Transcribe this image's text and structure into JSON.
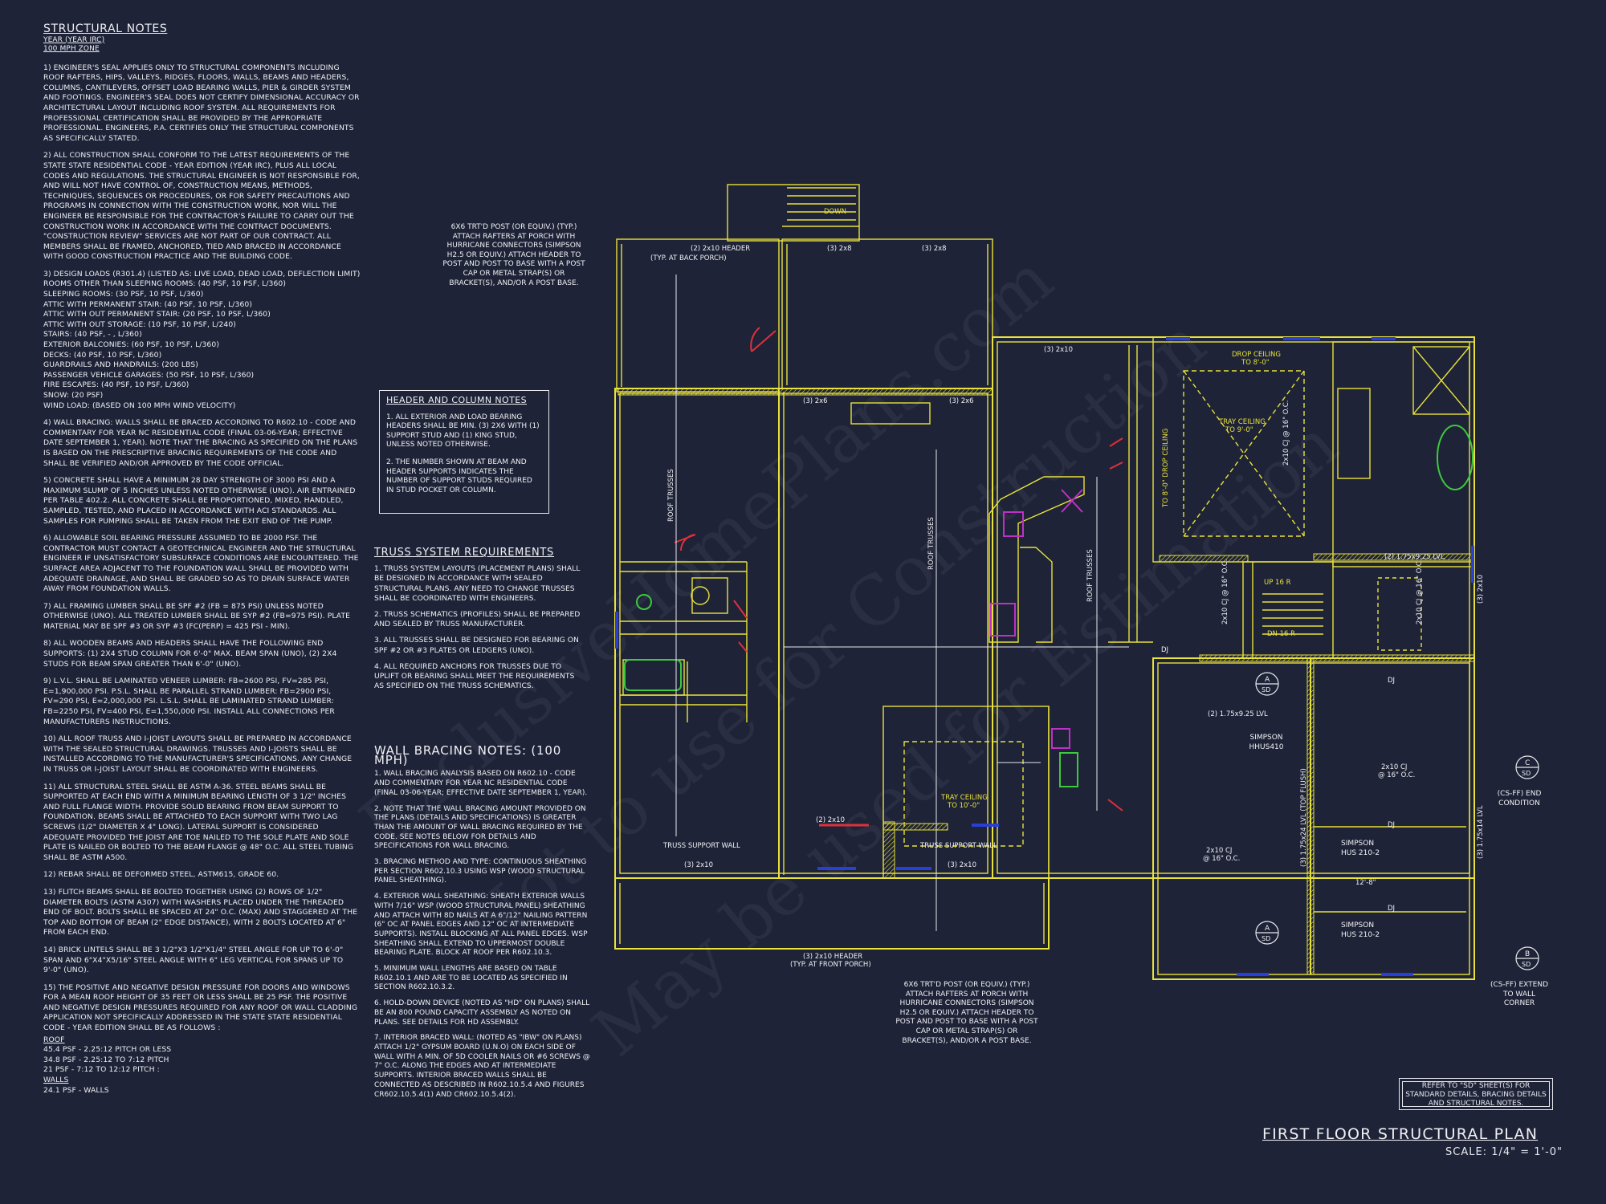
{
  "structural_notes": {
    "title": "STRUCTURAL NOTES",
    "sub1": "YEAR (YEAR IRC)",
    "sub2": "100 mph ZONE",
    "items": [
      "1) ENGINEER'S SEAL APPLIES ONLY TO STRUCTURAL COMPONENTS INCLUDING ROOF RAFTERS, HIPS, VALLEYS, RIDGES, FLOORS, WALLS, BEAMS AND HEADERS, COLUMNS, CANTILEVERS, OFFSET LOAD BEARING WALLS, PIER & GIRDER SYSTEM AND FOOTINGS. ENGINEER'S SEAL DOES NOT CERTIFY DIMENSIONAL ACCURACY OR ARCHITECTURAL LAYOUT INCLUDING ROOF SYSTEM. ALL REQUIREMENTS FOR PROFESSIONAL CERTIFICATION SHALL BE PROVIDED BY THE APPROPRIATE PROFESSIONAL. ENGINEERS, P.A. CERTIFIES ONLY THE STRUCTURAL COMPONENTS AS SPECIFICALLY STATED.",
      "2) ALL CONSTRUCTION SHALL CONFORM TO THE LATEST REQUIREMENTS OF THE STATE STATE RESIDENTIAL CODE - YEAR EDITION (YEAR IRC), PLUS ALL LOCAL CODES AND REGULATIONS. THE STRUCTURAL ENGINEER IS NOT RESPONSIBLE FOR, AND WILL NOT HAVE CONTROL OF, CONSTRUCTION MEANS, METHODS, TECHNIQUES, SEQUENCES OR PROCEDURES, OR FOR SAFETY PRECAUTIONS AND PROGRAMS IN CONNECTION WITH THE CONSTRUCTION WORK, NOR WILL THE ENGINEER BE RESPONSIBLE FOR THE CONTRACTOR'S FAILURE TO CARRY OUT THE CONSTRUCTION WORK IN ACCORDANCE WITH THE CONTRACT DOCUMENTS. \"CONSTRUCTION REVIEW\" SERVICES ARE NOT PART OF OUR CONTRACT. ALL MEMBERS SHALL BE FRAMED, ANCHORED, TIED AND BRACED IN ACCORDANCE WITH GOOD CONSTRUCTION PRACTICE AND THE BUILDING CODE."
    ],
    "loads_intro": "3) DESIGN LOADS (R301.4) (LISTED AS: LIVE LOAD, DEAD LOAD, DEFLECTION LIMIT)",
    "loads": [
      "ROOMS OTHER THAN SLEEPING ROOMS: (40 PSF, 10 PSF, L/360)",
      "SLEEPING ROOMS: (30 PSF, 10 PSF, L/360)",
      "ATTIC WITH PERMANENT STAIR: (40 PSF, 10 PSF, L/360)",
      "ATTIC WITH OUT PERMANENT STAIR: (20 PSF, 10 PSF, L/360)",
      "ATTIC WITH OUT STORAGE: (10 PSF, 10 PSF, L/240)",
      "STAIRS: (40 PSF, - , L/360)",
      "EXTERIOR BALCONIES: (60 PSF, 10 PSF, L/360)",
      "DECKS: (40 PSF, 10 PSF, L/360)",
      "GUARDRAILS AND HANDRAILS: (200 LBS)",
      "PASSENGER VEHICLE GARAGES: (50 PSF, 10 PSF, L/360)",
      "FIRE ESCAPES: (40 PSF, 10 PSF, L/360)",
      "SNOW: (20 PSF)",
      "WIND LOAD: (BASED ON 100 MPH WIND VELOCITY)"
    ],
    "items2": [
      "4) WALL BRACING: WALLS SHALL BE BRACED ACCORDING TO R602.10 - CODE AND COMMENTARY FOR YEAR NC RESIDENTIAL CODE (FINAL 03-06-YEAR; EFFECTIVE DATE SEPTEMBER 1, YEAR). NOTE THAT THE BRACING AS SPECIFIED ON THE PLANS IS BASED ON THE PRESCRIPTIVE BRACING REQUIREMENTS OF THE CODE AND SHALL BE VERIFIED AND/OR APPROVED BY THE CODE OFFICIAL.",
      "5) CONCRETE SHALL HAVE A MINIMUM 28 DAY STRENGTH OF 3000 PSI AND A MAXIMUM SLUMP OF 5 INCHES UNLESS NOTED OTHERWISE (UNO). AIR ENTRAINED PER TABLE 402.2. ALL CONCRETE SHALL BE PROPORTIONED, MIXED, HANDLED, SAMPLED, TESTED, AND PLACED IN ACCORDANCE WITH ACI STANDARDS. ALL SAMPLES FOR PUMPING SHALL BE TAKEN FROM THE EXIT END OF THE PUMP.",
      "6) ALLOWABLE SOIL BEARING PRESSURE ASSUMED TO BE 2000 PSF. THE CONTRACTOR MUST CONTACT A GEOTECHNICAL ENGINEER AND THE STRUCTURAL ENGINEER IF UNSATISFACTORY SUBSURFACE CONDITIONS ARE ENCOUNTERED. THE SURFACE AREA ADJACENT TO THE FOUNDATION WALL SHALL BE PROVIDED WITH ADEQUATE DRAINAGE, AND SHALL BE GRADED SO AS TO DRAIN SURFACE WATER AWAY FROM FOUNDATION WALLS.",
      "7) ALL FRAMING LUMBER SHALL BE SPF #2 (Fb = 875 PSI) UNLESS NOTED OTHERWISE (UNO). ALL TREATED LUMBER SHALL BE SYP #2 (Fb=975 PSI). PLATE MATERIAL MAY BE SPF #3 OR SYP #3 (Fc(perp) = 425 PSI - MIN).",
      "8) ALL WOODEN BEAMS AND HEADERS SHALL HAVE THE FOLLOWING END SUPPORTS: (1) 2x4 STUD COLUMN FOR 6'-0\" MAX. BEAM SPAN (UNO), (2) 2X4 STUDS FOR BEAM SPAN GREATER THAN 6'-0\" (UNO).",
      "9) L.V.L. SHALL BE LAMINATED VENEER LUMBER: Fb=2600 PSI, Fv=285 PSI, E=1,900,000 PSI. P.S.L. SHALL BE PARALLEL STRAND LUMBER: Fb=2900 PSI, Fv=290 PSI, E=2,000,000 PSI. L.S.L. SHALL BE LAMINATED STRAND LUMBER: Fb=2250 PSI, Fv=400 PSI, E=1,550,000 PSI. INSTALL ALL CONNECTIONS PER MANUFACTURERS INSTRUCTIONS.",
      "10) ALL ROOF TRUSS AND I-JOIST LAYOUTS SHALL BE PREPARED IN ACCORDANCE WITH THE SEALED STRUCTURAL DRAWINGS. TRUSSES AND I-JOISTS SHALL BE INSTALLED ACCORDING TO THE MANUFACTURER'S SPECIFICATIONS. ANY CHANGE IN TRUSS OR I-JOIST LAYOUT SHALL BE COORDINATED WITH ENGINEERS.",
      "11) ALL STRUCTURAL STEEL SHALL BE ASTM A-36. STEEL BEAMS SHALL BE SUPPORTED AT EACH END WITH A MINIMUM BEARING LENGTH OF 3 1/2\" INCHES AND FULL FLANGE WIDTH. PROVIDE SOLID BEARING FROM BEAM SUPPORT TO FOUNDATION. BEAMS SHALL BE ATTACHED TO EACH SUPPORT WITH TWO LAG SCREWS (1/2\" DIAMETER x 4\" LONG). LATERAL SUPPORT IS CONSIDERED ADEQUATE PROVIDED THE JOIST ARE TOE NAILED TO THE SOLE PLATE AND SOLE PLATE IS NAILED OR BOLTED TO THE BEAM FLANGE @ 48\" O.C. ALL STEEL TUBING SHALL BE ASTM A500.",
      "12) REBAR SHALL BE DEFORMED STEEL, ASTM615, GRADE 60.",
      "13) FLITCH BEAMS SHALL BE BOLTED TOGETHER USING (2) ROWS OF 1/2\" DIAMETER BOLTS (ASTM A307) WITH WASHERS PLACED UNDER THE THREADED END OF BOLT. BOLTS SHALL BE SPACED AT 24\" O.C. (MAX) AND STAGGERED AT THE TOP AND BOTTOM OF BEAM (2\" EDGE DISTANCE), WITH 2 BOLTS LOCATED AT 6\" FROM EACH END.",
      "14) BRICK LINTELS SHALL BE 3 1/2\"x3 1/2\"x1/4\" STEEL ANGLE FOR UP TO 6'-0\" SPAN AND 6\"x4\"x5/16\" STEEL ANGLE WITH 6\" LEG VERTICAL FOR SPANS UP TO 9'-0\" (UNO).",
      "15) THE POSITIVE AND NEGATIVE DESIGN PRESSURE FOR DOORS AND WINDOWS FOR A MEAN ROOF HEIGHT OF 35 FEET OR LESS SHALL BE 25 PSF. THE POSITIVE AND NEGATIVE DESIGN PRESSURES REQUIRED FOR ANY ROOF OR WALL CLADDING APPLICATION NOT SPECIFICALLY ADDRESSED IN THE STATE STATE RESIDENTIAL CODE - YEAR EDITION SHALL BE AS FOLLOWS :"
    ],
    "roof_label": "ROOF",
    "roof_values": [
      "45.4 PSF - 2.25:12 PITCH OR LESS",
      "34.8 PSF - 2.25:12 TO 7:12 PITCH",
      "21 PSF - 7:12 TO 12:12 PITCH :"
    ],
    "walls_label": "WALLS",
    "walls_values": [
      "24.1 PSF - WALLS"
    ]
  },
  "header_column_notes": {
    "title": "HEADER AND COLUMN NOTES",
    "items": [
      "1. ALL EXTERIOR AND LOAD BEARING HEADERS SHALL BE MIN. (3) 2x6 WITH (1) SUPPORT STUD AND (1) KING STUD, UNLESS NOTED OTHERWISE.",
      "2. THE NUMBER SHOWN AT BEAM AND HEADER SUPPORTS INDICATES THE NUMBER OF SUPPORT STUDS REQUIRED IN STUD POCKET OR COLUMN."
    ]
  },
  "truss_requirements": {
    "title": "TRUSS SYSTEM REQUIREMENTS",
    "items": [
      "1. TRUSS SYSTEM LAYOUTS (PLACEMENT PLANS) SHALL BE DESIGNED IN ACCORDANCE WITH SEALED STRUCTURAL PLANS. ANY NEED TO CHANGE TRUSSES SHALL BE COORDINATED WITH ENGINEERS.",
      "2. TRUSS SCHEMATICS (PROFILES) SHALL BE PREPARED AND SEALED BY TRUSS MANUFACTURER.",
      "3. ALL TRUSSES SHALL BE DESIGNED FOR BEARING ON SPF #2 OR #3 PLATES OR LEDGERS (UNO).",
      "4. ALL REQUIRED ANCHORS FOR TRUSSES DUE TO UPLIFT OR BEARING SHALL MEET THE REQUIREMENTS AS SPECIFIED ON THE TRUSS SCHEMATICS."
    ]
  },
  "wall_bracing": {
    "title": "WALL BRACING NOTES: (100 MPH)",
    "items": [
      "1. WALL BRACING ANALYSIS BASED ON R602.10 - CODE AND COMMENTARY FOR YEAR NC RESIDENTIAL CODE (FINAL 03-06-YEAR; EFFECTIVE DATE SEPTEMBER 1, YEAR).",
      "2. NOTE THAT THE WALL BRACING AMOUNT PROVIDED ON THE PLANS (DETAILS AND SPECIFICATIONS) IS GREATER THAN THE AMOUNT OF WALL BRACING REQUIRED BY THE CODE. SEE NOTES BELOW FOR DETAILS AND SPECIFICATIONS FOR WALL BRACING.",
      "3. BRACING METHOD AND TYPE: CONTINUOUS SHEATHING PER SECTION R602.10.3 USING WSP (WOOD STRUCTURAL PANEL SHEATHING).",
      "4. EXTERIOR WALL SHEATHING: SHEATH EXTERIOR WALLS WITH 7/16\" WSP (WOOD STRUCTURAL PANEL) SHEATHING AND ATTACH WITH 8d NAILS AT A 6\"/12\" NAILING PATTERN (6\" OC AT PANEL EDGES AND 12\" OC AT INTERMEDIATE SUPPORTS). INSTALL BLOCKING AT ALL PANEL EDGES. WSP SHEATHING SHALL EXTEND TO UPPERMOST DOUBLE BEARING PLATE. BLOCK AT ROOF PER R602.10.3.",
      "5. MINIMUM WALL LENGTHS ARE BASED ON TABLE R602.10.1 AND ARE TO BE LOCATED AS SPECIFIED IN SECTION R602.10.3.2.",
      "6. HOLD-DOWN DEVICE (NOTED AS \"HD\" ON PLANS) SHALL BE AN 800 POUND CAPACITY ASSEMBLY AS NOTED ON PLANS. SEE DETAILS FOR HD ASSEMBLY.",
      "7. INTERIOR BRACED WALL: (NOTED AS \"IBW\" ON PLANS) ATTACH 1/2\" GYPSUM BOARD (U.N.O) ON EACH SIDE OF WALL WITH A MIN. OF 5d COOLER NAILS OR #6 SCREWS @ 7\" O.C. ALONG THE EDGES AND AT INTERMEDIATE SUPPORTS. INTERIOR BRACED WALLS SHALL BE CONNECTED AS DESCRIBED IN R602.10.5.4 AND FIGURES CR602.10.5.4(1) AND CR602.10.5.4(2)."
    ]
  },
  "callouts": {
    "post_back": "6x6 TRT'D POST (OR EQUIV.) (TYP.) ATTACH RAFTERS AT PORCH WITH HURRICANE CONNECTORS (SIMPSON H2.5 OR EQUIV.) ATTACH HEADER TO POST AND POST TO BASE WITH A POST CAP OR METAL STRAP(S) OR BRACKET(S), AND/OR A POST BASE.",
    "post_front": "6x6 TRT'D POST (OR EQUIV.) (TYP.) ATTACH RAFTERS AT PORCH WITH HURRICANE CONNECTORS (SIMPSON H2.5 OR EQUIV.) ATTACH HEADER TO POST AND POST TO BASE WITH A POST CAP OR METAL STRAP(S) OR BRACKET(S), AND/OR A POST BASE.",
    "end_condition": "(CS-FF) END CONDITION",
    "extend_wall": "(CS-FF) EXTEND TO WALL CORNER",
    "simpson_hhus": "SIMPSON HHUS410",
    "simpson_hus1": "SIMPSON HUS 210-2",
    "simpson_hus2": "SIMPSON HUS 210-2"
  },
  "plan_labels": {
    "down": "DOWN",
    "header_back_1": "(2) 2x10 HEADER",
    "header_back_2": "(TYP. AT BACK PORCH)",
    "three_2x8_a": "(3) 2x8",
    "three_2x8_b": "(3) 2x8",
    "three_2x6_a": "(3) 2x6",
    "three_2x6_b": "(3) 2x6",
    "three_2x10_top": "(3) 2x10",
    "roof_trusses_1": "ROOF TRUSSES",
    "roof_trusses_2": "ROOF TRUSSES",
    "roof_trusses_3": "ROOF TRUSSES",
    "drop_ceiling_1": "DROP CEILING",
    "drop_ceiling_2": "TO 8'-0\"",
    "tray_ceiling_a1": "TRAY CEILING",
    "tray_ceiling_a2": "TO 9'-0\"",
    "drop_ceiling_v": "TO 8'-0\" DROP CEILING",
    "cj_2x10_a": "2x10 CJ @ 16\" O.C.",
    "lvl_a": "(2) 1.75x9.25 LVL",
    "up": "UP 16 R",
    "dn": "DN 16 R",
    "cj_2x10_b": "2x10 CJ @ 16\" O.C.",
    "cj_2x10_c": "2x10 CJ @ 16\" O.C.",
    "lvl_b": "(2) 1.75x9.25 LVL",
    "dj_a": "DJ",
    "dj_b": "DJ",
    "dj_c": "DJ",
    "dj_d": "DJ",
    "cj_2x10_d_1": "2x10 CJ",
    "cj_2x10_d_2": "@ 16\" O.C.",
    "cj_2x10_e_1": "2x10 CJ",
    "cj_2x10_e_2": "@ 16\" O.C.",
    "lvl_top_flush": "(3) 1.75x24 LVL (TOP FLUSH)",
    "lvl_right": "(3) 1.75x14 LVL",
    "dim_12_8": "12'-8\"",
    "right_2x10": "(3) 2x10",
    "tray_ceiling_b1": "TRAY CEILING",
    "tray_ceiling_b2": "TO 10'-0\"",
    "two_2x10": "(2) 2x10",
    "truss_support_1": "TRUSS SUPPORT WALL",
    "truss_support_2": "TRUSS SUPPORT WALL",
    "three_2x10_b": "(3) 2x10",
    "three_2x10_c": "(3) 2x10",
    "header_front_1": "(3) 2x10 HEADER",
    "header_front_2": "(TYP. AT FRONT PORCH)",
    "sec_a_top": "A",
    "sec_a_bot": "SD",
    "sec_c_top": "C",
    "sec_c_bot": "SD",
    "sec_b_top": "B",
    "sec_b_bot": "SD"
  },
  "reference_note": "REFER TO \"SD\" SHEET(S) FOR STANDARD DETAILS, BRACING DETAILS AND STRUCTURAL NOTES.",
  "plan_title": "FIRST FLOOR STRUCTURAL PLAN",
  "plan_scale": "SCALE: 1/4\" = 1'-0\"",
  "watermark": [
    "ExclusiveHomePlans.com",
    "Not to use for Construction",
    "May be used for Estimation"
  ],
  "colors": {
    "background": "#1e2337",
    "wall_yellow": "#e8e23a",
    "text_white": "#f0f0f4",
    "door_red": "#e0303a",
    "fixture_green": "#3ec83e",
    "window_blue": "#2a3fd8",
    "cabinet_magenta": "#c030c8"
  }
}
